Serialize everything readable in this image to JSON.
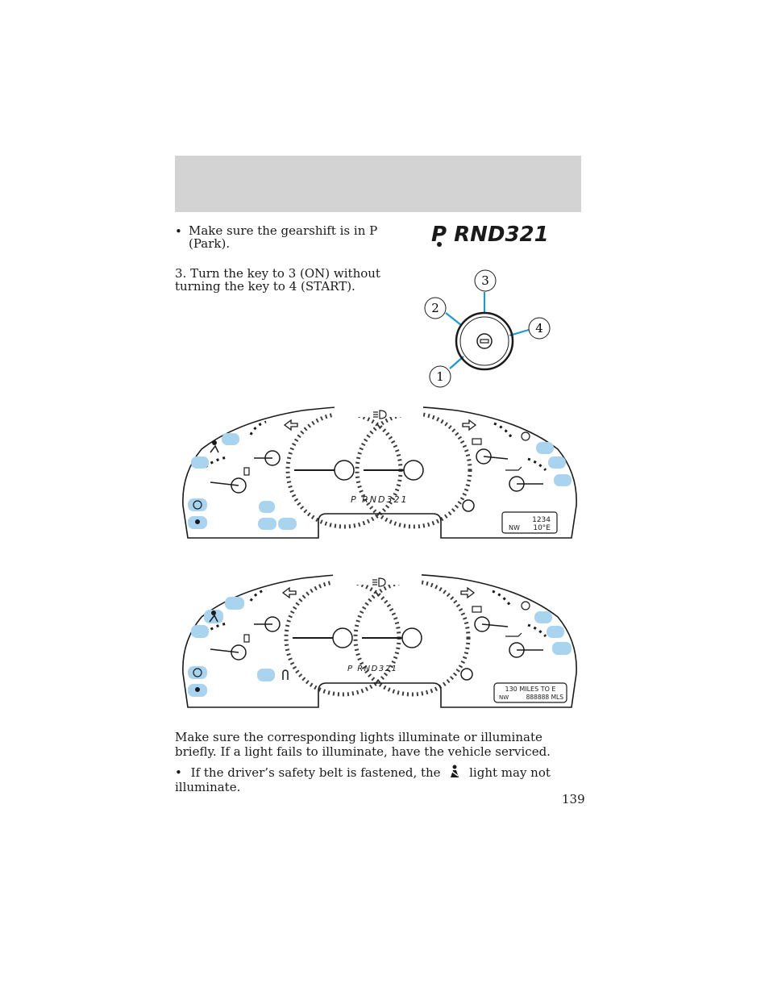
{
  "header": {
    "band_color": "#d3d3d3"
  },
  "steps": {
    "bullet_symbol": "•",
    "bullet_line1": "Make sure the gearshift is in P",
    "bullet_line2": "(Park).",
    "step3_line1": "3. Turn the key to 3 (ON) without",
    "step3_line2": "turning the key to 4 (START)."
  },
  "gear_indicator": {
    "text": "P  RND321"
  },
  "ignition": {
    "positions": [
      "1",
      "2",
      "3",
      "4"
    ],
    "line_color": "#1a9ad6"
  },
  "cluster_top": {
    "prnd_text": "P  RND321",
    "display_line1": "1234",
    "display_line2_left": "NW",
    "display_line2_right": "10°E"
  },
  "cluster_bottom": {
    "prnd_text": "P RND321",
    "display_line1": "130  MILES  TO  E",
    "display_line2_left": "NW",
    "display_line2_right": "888888 MLS"
  },
  "indicator_color": "#a9d4f0",
  "body": {
    "paragraph": "Make sure the corresponding lights illuminate or illuminate briefly. If a light fails to illuminate, have the vehicle serviced.",
    "bullet_before": "If the driver’s safety belt is fastened, the",
    "bullet_after": "light may not illuminate.",
    "icon": "seatbelt-icon"
  },
  "page_number": "139"
}
